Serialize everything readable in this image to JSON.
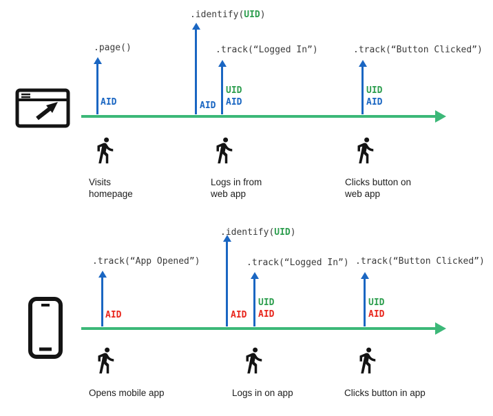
{
  "diagram": {
    "title": "analytics-identity-timeline",
    "colors": {
      "timeline": "#3cb878",
      "event_arrow": "#1a66c2",
      "aid_web": "#1a66c2",
      "aid_mobile": "#e8261d",
      "uid": "#2e9e4f",
      "code_text": "#3a3a3a"
    },
    "web": {
      "events": [
        {
          "code": ".page()",
          "aid": "AID"
        },
        {
          "prefix": ".identify(",
          "arg": "UID",
          "suffix": ")",
          "aid": "AID"
        },
        {
          "code": ".track(“Logged In”)",
          "uid": "UID",
          "aid": "AID"
        },
        {
          "code": ".track(“Button Clicked”)",
          "uid": "UID",
          "aid": "AID"
        }
      ],
      "captions": [
        "Visits homepage",
        "Logs in from web app",
        "Clicks button on web app"
      ]
    },
    "mobile": {
      "events": [
        {
          "code": ".track(“App Opened”)",
          "aid": "AID"
        },
        {
          "prefix": ".identify(",
          "arg": "UID",
          "suffix": ")",
          "aid": "AID"
        },
        {
          "code": ".track(“Logged In”)",
          "uid": "UID",
          "aid": "AID"
        },
        {
          "code": ".track(“Button Clicked”)",
          "uid": "UID",
          "aid": "AID"
        }
      ],
      "captions": [
        "Opens mobile app",
        "Logs in on app",
        "Clicks button in app"
      ]
    }
  }
}
